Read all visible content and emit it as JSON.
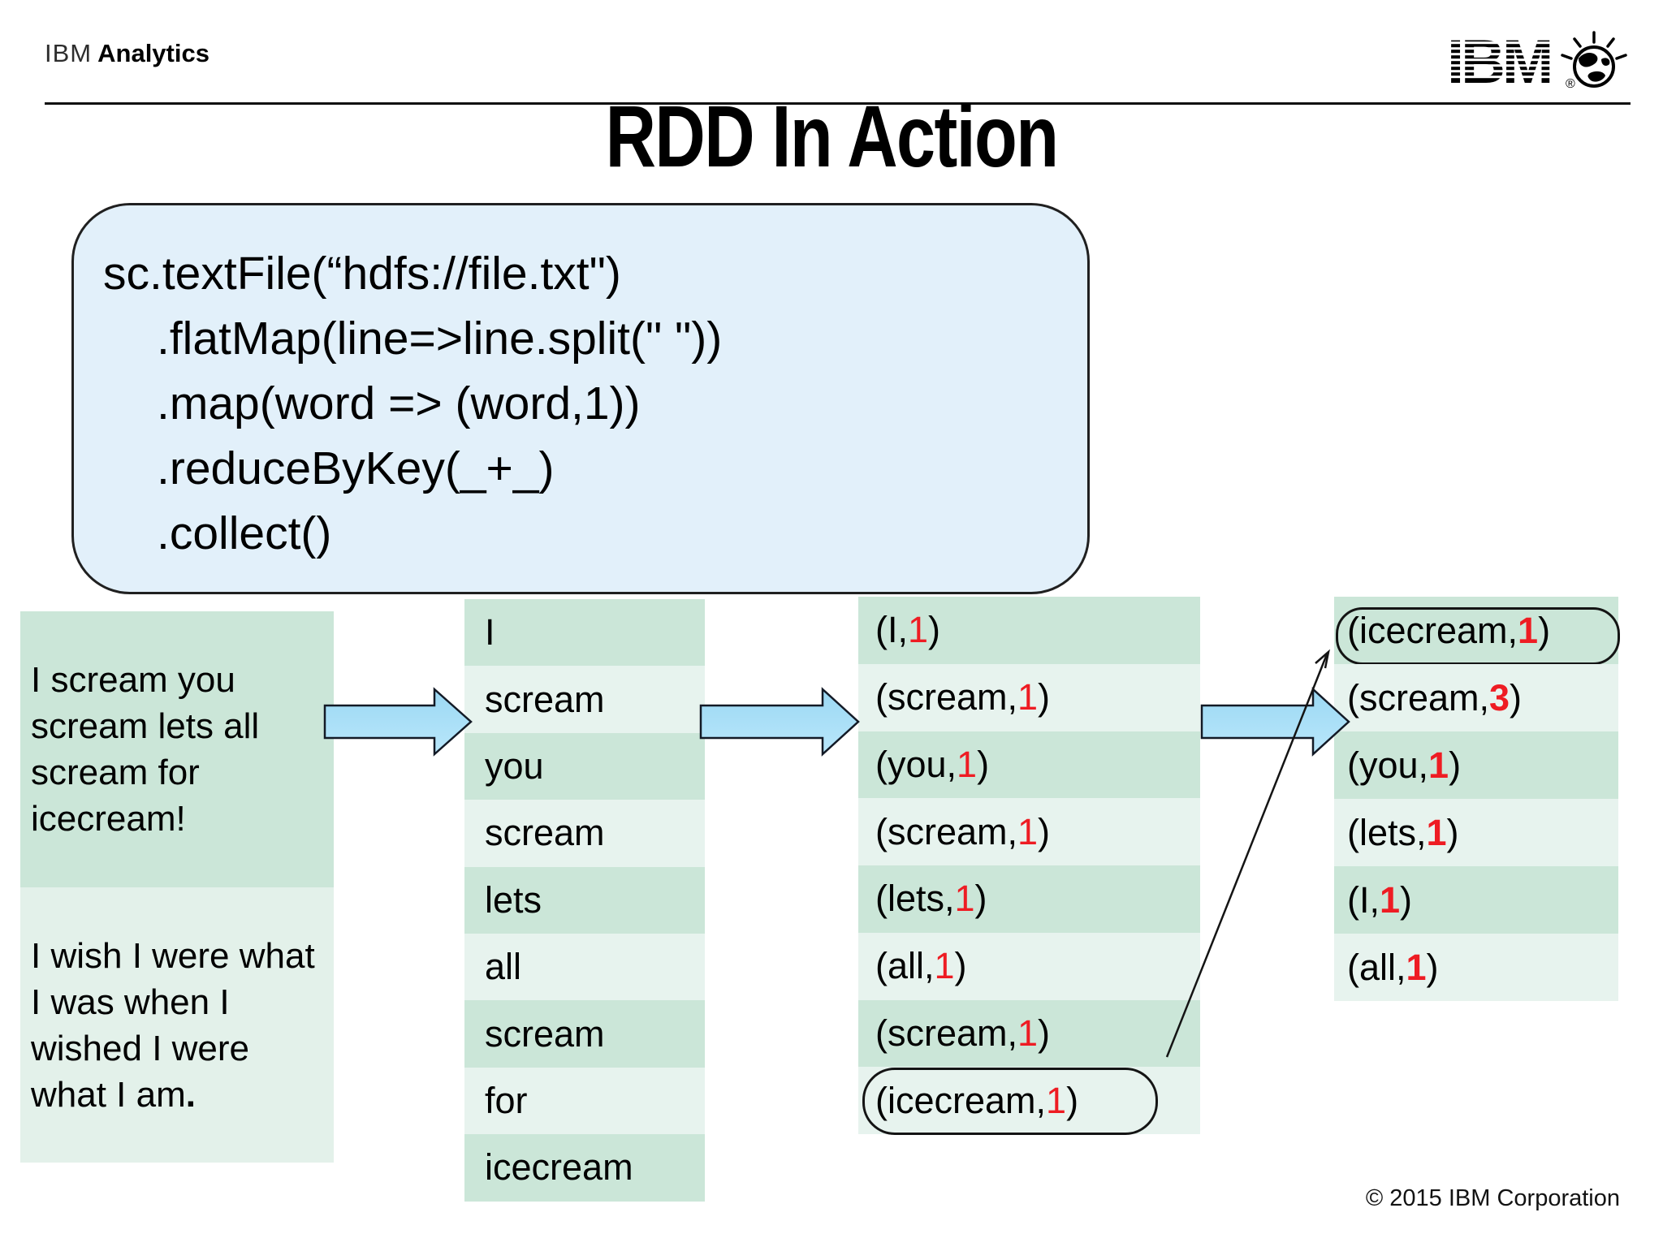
{
  "header": {
    "brand_light": "IBM",
    "brand_bold": "Analytics"
  },
  "logo": {
    "text": "IBM",
    "registered": "®",
    "globe_icon": "smarter-planet-globe"
  },
  "title": "RDD In Action",
  "code": {
    "lines": [
      "sc.textFile(“hdfs://file.txt\")",
      ".flatMap(line=>line.split(\" \"))",
      ".map(word => (word,1))",
      ".reduceByKey(_+_)",
      ".collect()"
    ]
  },
  "columns": {
    "input": {
      "blocks": [
        {
          "text": "I scream you scream lets all scream for icecream!",
          "bold_suffix": ""
        },
        {
          "text": "I wish I were what I was when I wished I were what I am",
          "bold_suffix": "."
        }
      ]
    },
    "words": [
      "I",
      "scream",
      "you",
      "scream",
      "lets",
      "all",
      "scream",
      "for",
      "icecream"
    ],
    "pairs": [
      {
        "word": "I",
        "count": "1"
      },
      {
        "word": "scream",
        "count": "1"
      },
      {
        "word": "you",
        "count": "1"
      },
      {
        "word": "scream",
        "count": "1"
      },
      {
        "word": "lets",
        "count": "1"
      },
      {
        "word": "all",
        "count": "1"
      },
      {
        "word": "scream",
        "count": "1"
      },
      {
        "word": "icecream",
        "count": "1",
        "boxed": true
      }
    ],
    "reduced": [
      {
        "word": "icecream",
        "count": "1",
        "boxed": true
      },
      {
        "word": "scream",
        "count": "3"
      },
      {
        "word": "you",
        "count": "1"
      },
      {
        "word": "lets",
        "count": "1"
      },
      {
        "word": "I",
        "count": "1"
      },
      {
        "word": "all",
        "count": "1"
      }
    ]
  },
  "footer": {
    "copyright": "© 2015 IBM Corporation"
  },
  "colors": {
    "cell_dark": "#cbe6d8",
    "cell_light": "#e7f3ee",
    "input_block_dark": "#cbe6d8",
    "input_block_light": "#e3f1ea",
    "code_bg": "#e2f0fa",
    "arrow_fill": "#a9e1f9",
    "arrow_stroke": "#131a26",
    "red": "#ee1c23"
  }
}
